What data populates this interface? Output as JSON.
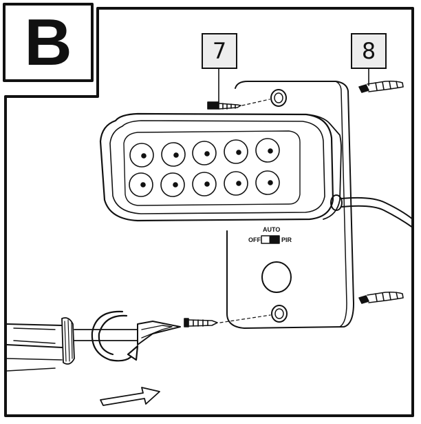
{
  "panel": {
    "letter": "B"
  },
  "callouts": [
    {
      "id": "part-7",
      "number": "7"
    },
    {
      "id": "part-8",
      "number": "8"
    }
  ],
  "switch": {
    "top_label": "AUTO",
    "left_label": "OFF",
    "right_label": "PIR"
  }
}
